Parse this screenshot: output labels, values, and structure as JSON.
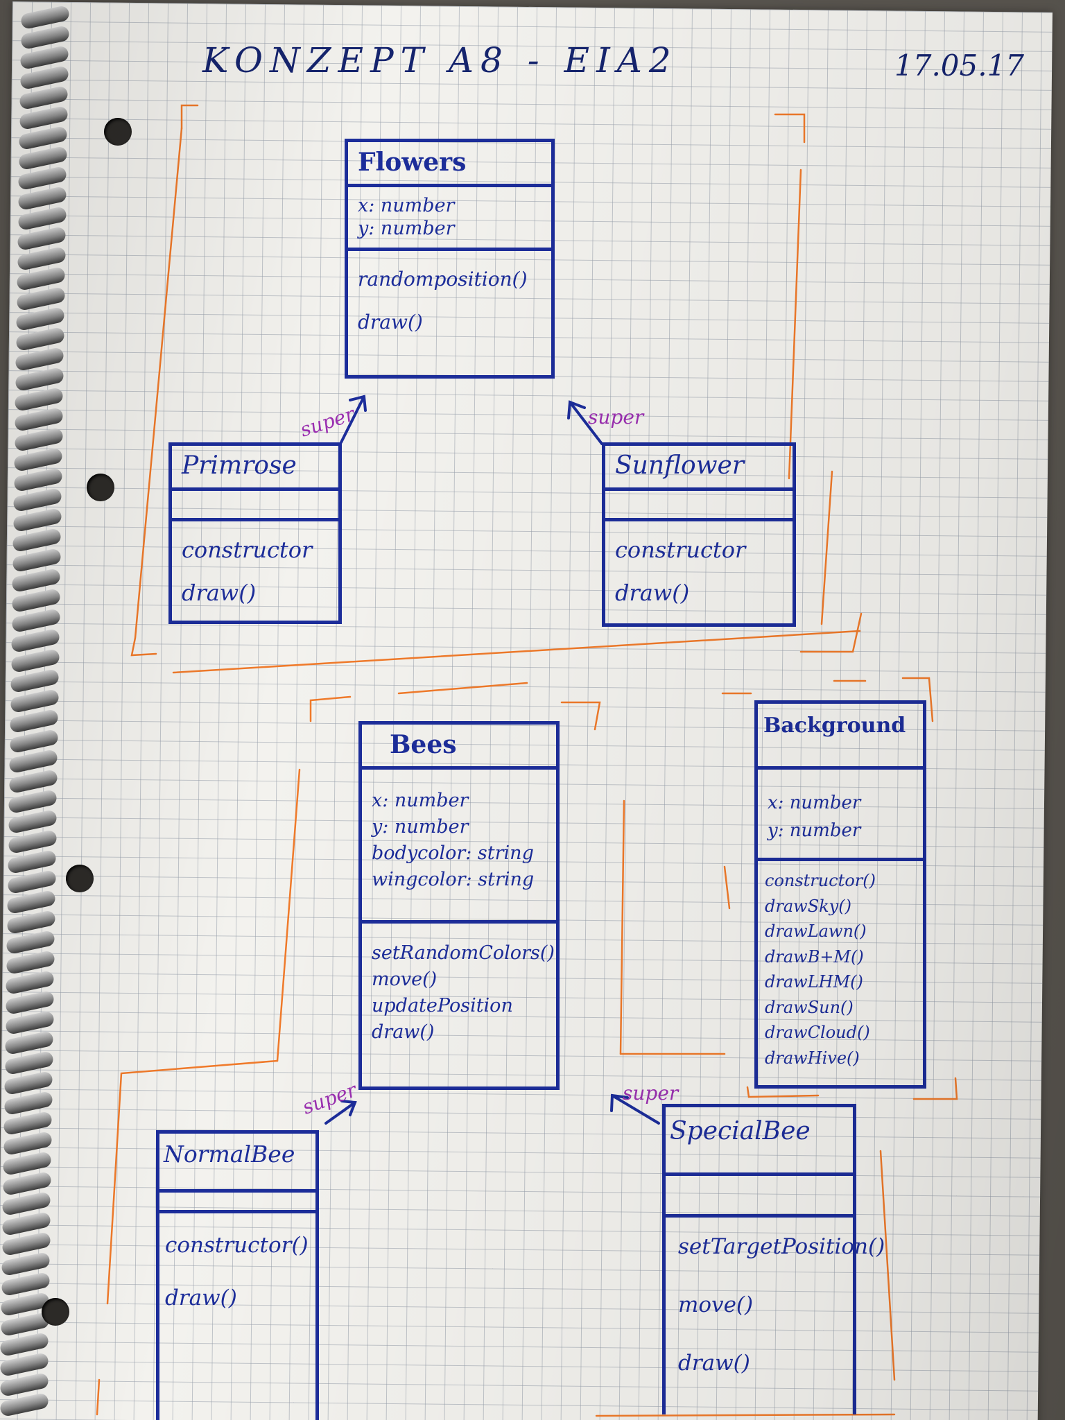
{
  "header": {
    "title": "KONZEPT A8   -   EIA2",
    "date": "17.05.17"
  },
  "classes": {
    "flowers": {
      "name": "Flowers",
      "attributes": [
        "x: number",
        "y: number"
      ],
      "methods": [
        "randomposition()",
        "draw()"
      ]
    },
    "primrose": {
      "name": "Primrose",
      "attributes": [],
      "methods": [
        "constructor",
        "draw()"
      ]
    },
    "sunflower": {
      "name": "Sunflower",
      "attributes": [],
      "methods": [
        "constructor",
        "draw()"
      ]
    },
    "bees": {
      "name": "Bees",
      "attributes": [
        "x: number",
        "y: number",
        "bodycolor: string",
        "wingcolor: string"
      ],
      "methods": [
        "setRandomColors()",
        "move()",
        "updatePosition",
        "draw()"
      ]
    },
    "background": {
      "name": "Background",
      "attributes": [
        "x: number",
        "y: number"
      ],
      "methods": [
        "constructor()",
        "drawSky()",
        "drawLawn()",
        "drawB+M()",
        "drawLHM()",
        "drawSun()",
        "drawCloud()",
        "drawHive()"
      ]
    },
    "normalbee": {
      "name": "NormalBee",
      "attributes": [],
      "methods": [
        "constructor()",
        "draw()"
      ]
    },
    "specialbee": {
      "name": "SpecialBee",
      "attributes": [],
      "methods": [
        "setTargetPosition()",
        "move()",
        "draw()"
      ]
    }
  },
  "relations": {
    "super_label": "super"
  },
  "colors": {
    "ink": "#1c2d9a",
    "frame": "#f07a2a",
    "super": "#9a2fb0"
  }
}
